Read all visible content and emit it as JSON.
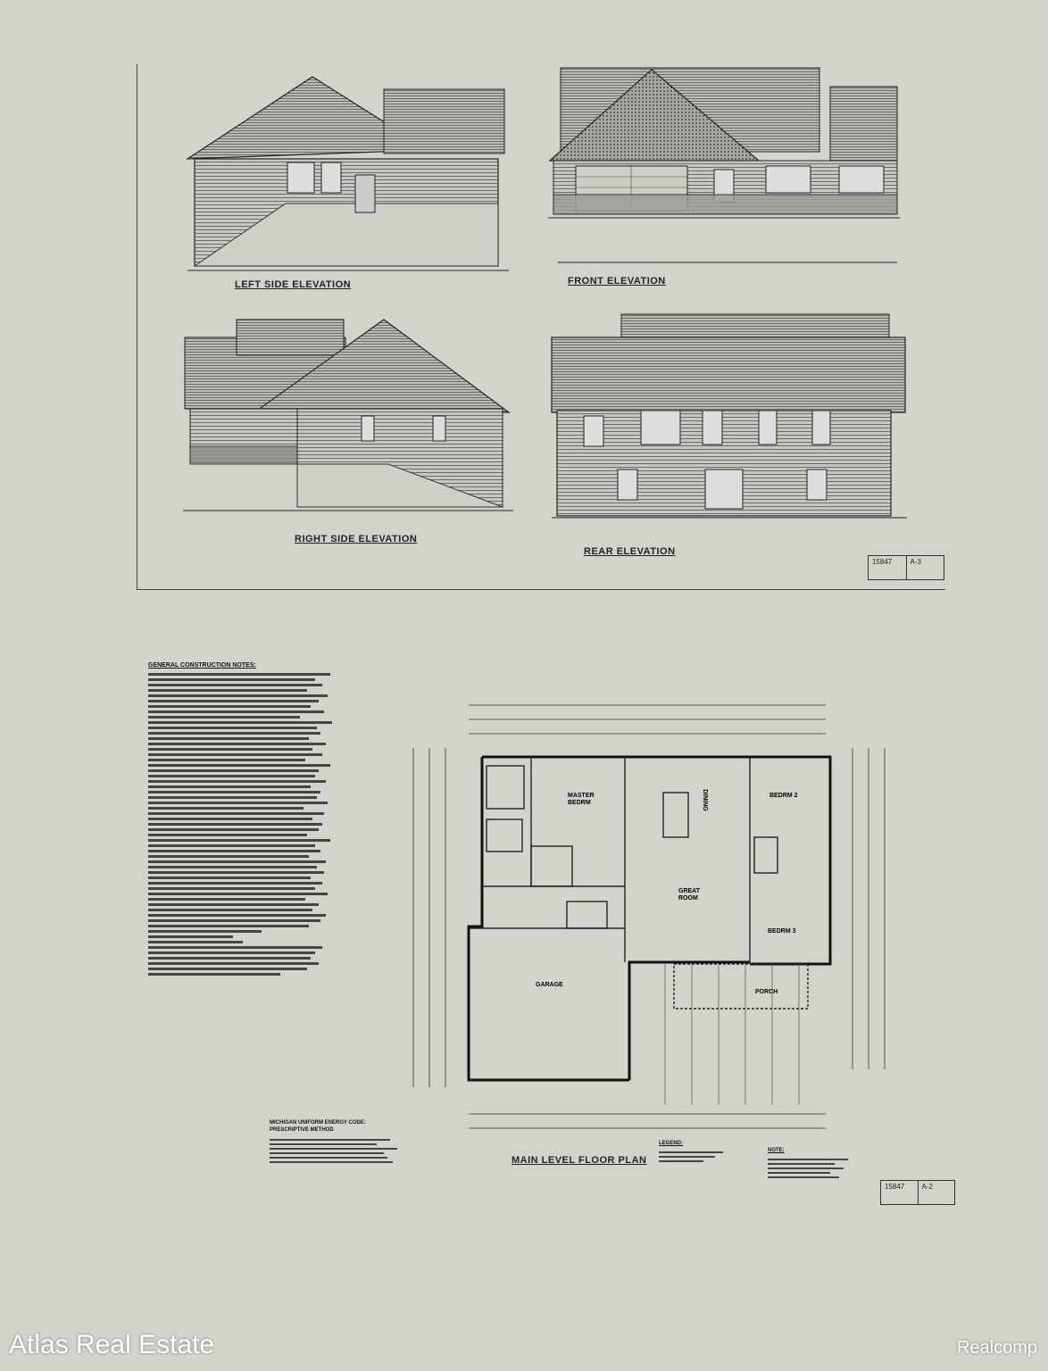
{
  "sheet_top": {
    "drawings": [
      {
        "title": "LEFT SIDE ELEVATION"
      },
      {
        "title": "FRONT ELEVATION"
      },
      {
        "title": "RIGHT SIDE ELEVATION"
      },
      {
        "title": "REAR ELEVATION"
      }
    ],
    "title_block": {
      "job": "15847",
      "sheet": "A-3"
    }
  },
  "sheet_bottom": {
    "notes_heading": "GENERAL CONSTRUCTION NOTES:",
    "energy_code_title": "MICHIGAN UNIFORM ENERGY CODE:\nPRESCRIPTIVE METHOD",
    "floor_plan_title": "MAIN LEVEL FLOOR PLAN",
    "rooms": {
      "master": "MASTER\nBEDRM",
      "dining": "DINING",
      "bedroom2": "BEDRM 2",
      "great_room": "GREAT\nROOM",
      "bedroom3": "BEDRM 3",
      "garage": "GARAGE",
      "porch": "PORCH"
    },
    "legend_label": "LEGEND:",
    "note_label": "NOTE:",
    "title_block": {
      "job": "15847",
      "sheet": "A-2"
    }
  },
  "watermarks": {
    "left": "Atlas Real Estate",
    "right": "Realcomp"
  }
}
